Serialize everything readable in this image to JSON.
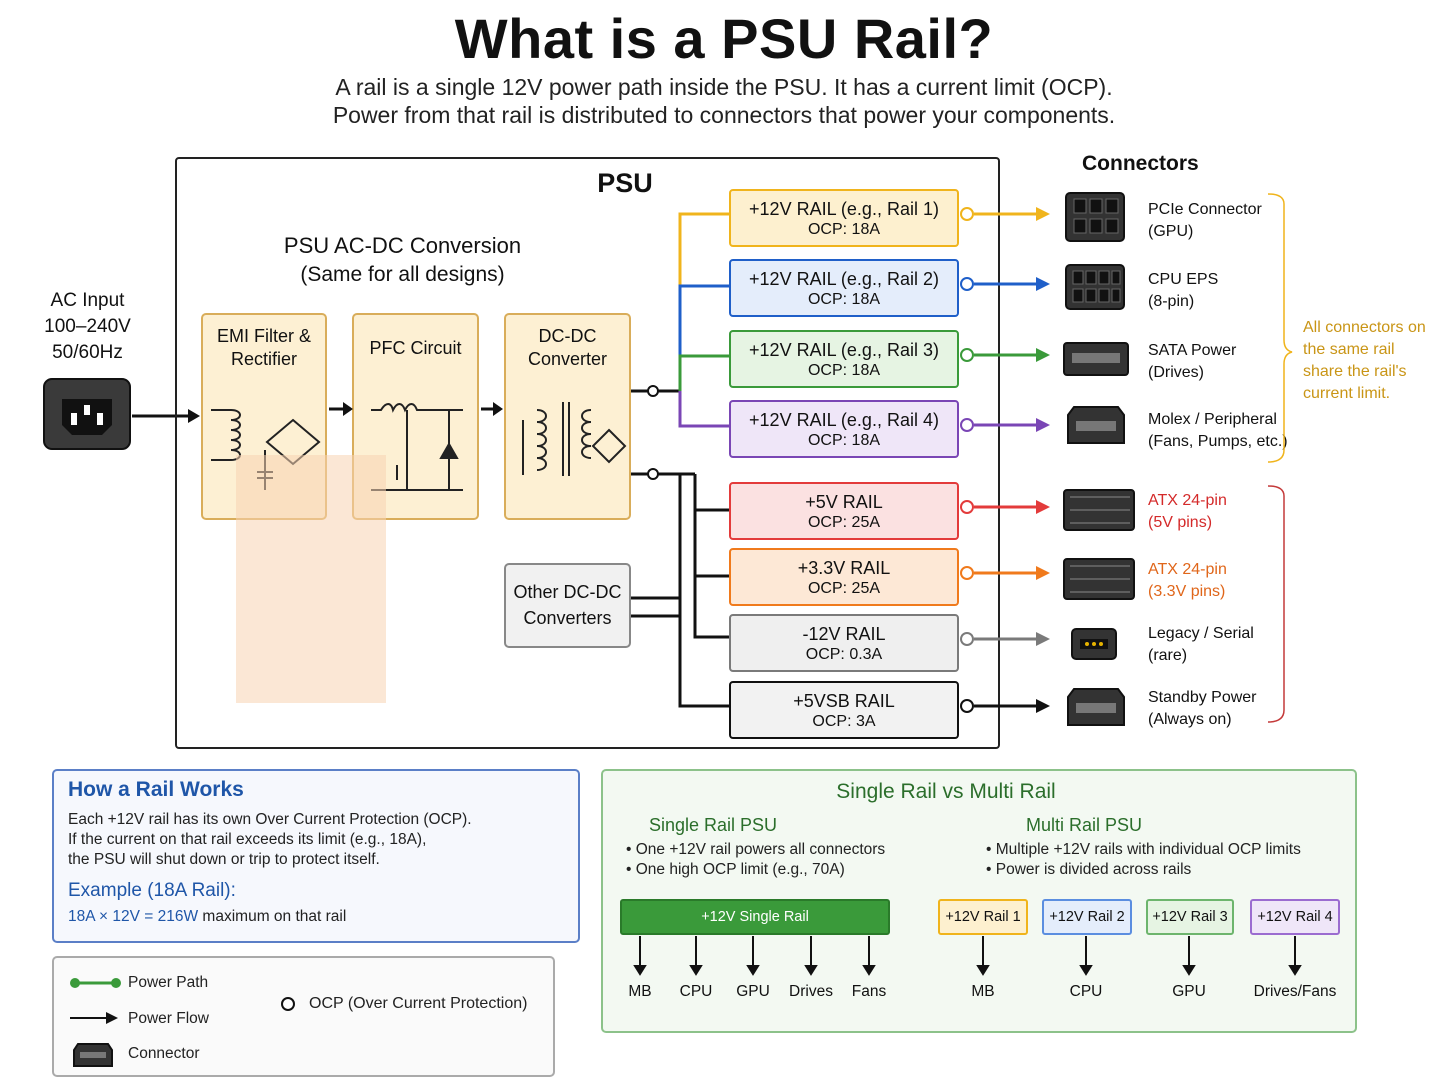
{
  "header": {
    "title": "What is a PSU Rail?",
    "subtitle_1": "A rail is a single 12V power path inside the PSU. It has a current limit (OCP).",
    "subtitle_2": "Power from that rail is distributed to connectors that power your components."
  },
  "ac_input": {
    "label": "AC Input",
    "voltage": "100–240V",
    "freq": "50/60Hz"
  },
  "psu": {
    "label": "PSU",
    "conversion_title": "PSU AC-DC Conversion",
    "conversion_sub": "(Same for all designs)",
    "stages": [
      {
        "line1": "EMI Filter &",
        "line2": "Rectifier"
      },
      {
        "line1": "PFC Circuit",
        "line2": ""
      },
      {
        "line1": "DC-DC",
        "line2": "Converter"
      }
    ],
    "other_dc": {
      "line1": "Other DC-DC",
      "line2": "Converters"
    }
  },
  "rails": [
    {
      "name": "+12V RAIL (e.g., Rail 1)",
      "ocp": "OCP: 18A",
      "color": "#f0b41c",
      "fill": "#fdf0cf"
    },
    {
      "name": "+12V RAIL (e.g., Rail 2)",
      "ocp": "OCP: 18A",
      "color": "#1f5fc9",
      "fill": "#e4edfb"
    },
    {
      "name": "+12V RAIL (e.g., Rail 3)",
      "ocp": "OCP: 18A",
      "color": "#3a9a3a",
      "fill": "#e6f4e3"
    },
    {
      "name": "+12V RAIL (e.g., Rail 4)",
      "ocp": "OCP: 18A",
      "color": "#7a46b5",
      "fill": "#efe6f8"
    },
    {
      "name": "+5V RAIL",
      "ocp": "OCP: 25A",
      "color": "#e33b3b",
      "fill": "#fbe1e1"
    },
    {
      "name": "+3.3V RAIL",
      "ocp": "OCP: 25A",
      "color": "#f07a1c",
      "fill": "#fde8d6"
    },
    {
      "name": "-12V RAIL",
      "ocp": "OCP: 0.3A",
      "color": "#7a7a7a",
      "fill": "#efefef"
    },
    {
      "name": "+5VSB RAIL",
      "ocp": "OCP: 3A",
      "color": "#111111",
      "fill": "#f2f2f2"
    }
  ],
  "connectors": {
    "heading": "Connectors",
    "items": [
      {
        "line1": "PCIe Connector",
        "line2": "(GPU)",
        "color": "#111111"
      },
      {
        "line1": "CPU EPS",
        "line2": "(8-pin)",
        "color": "#111111"
      },
      {
        "line1": "SATA Power",
        "line2": "(Drives)",
        "color": "#111111"
      },
      {
        "line1": "Molex / Peripheral",
        "line2": "(Fans, Pumps, etc.)",
        "color": "#111111"
      },
      {
        "line1": "ATX 24-pin",
        "line2": "(5V pins)",
        "color": "#d42a2a"
      },
      {
        "line1": "ATX 24-pin",
        "line2": "(3.3V pins)",
        "color": "#e0661a"
      },
      {
        "line1": "Legacy / Serial",
        "line2": "(rare)",
        "color": "#111111"
      },
      {
        "line1": "Standby Power",
        "line2": "(Always on)",
        "color": "#111111"
      }
    ],
    "share_note": "All connectors on the same rail share the rail's current limit."
  },
  "how": {
    "title": "How a Rail Works",
    "line1": "Each +12V rail has its own Over Current Protection (OCP).",
    "line2": "If the current on that rail exceeds its limit (e.g., 18A),",
    "line3": "the PSU will shut down or trip to protect itself.",
    "example_title": "Example (18A Rail):",
    "example_formula": "18A × 12V = 216W",
    "example_rest": " maximum on that rail"
  },
  "legend": {
    "power_path": "Power Path",
    "power_flow": "Power Flow",
    "connector": "Connector",
    "ocp": "OCP (Over Current Protection)"
  },
  "single_vs_multi": {
    "title": "Single Rail vs Multi Rail",
    "single": {
      "title": "Single Rail PSU",
      "bullet1": "One +12V rail powers all connectors",
      "bullet2": "One high OCP limit (e.g., 70A)",
      "rail": "+12V Single Rail",
      "outputs": [
        "MB",
        "CPU",
        "GPU",
        "Drives",
        "Fans"
      ]
    },
    "multi": {
      "title": "Multi Rail PSU",
      "bullet1": "Multiple +12V rails with individual OCP limits",
      "bullet2": "Power is divided across rails",
      "rails": [
        "+12V Rail 1",
        "+12V Rail 2",
        "+12V Rail 3",
        "+12V Rail 4"
      ],
      "outputs": [
        "MB",
        "CPU",
        "GPU",
        "Drives/Fans"
      ]
    }
  }
}
